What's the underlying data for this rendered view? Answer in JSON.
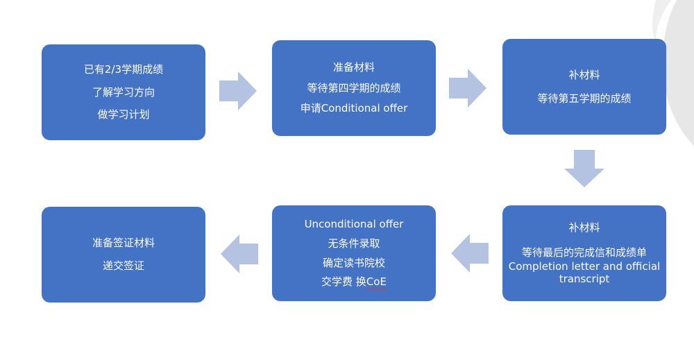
{
  "colors": {
    "box_fill": "#4472C4",
    "arrow_fill": "#B4C3E1",
    "text": "#FFFFFF",
    "corner_decoration": "#E7E7E7",
    "spell_underline": "#D23A3A"
  },
  "flow": {
    "step1": {
      "lines": [
        "已有2/3学期成绩",
        "了解学习方向",
        "做学习计划"
      ]
    },
    "step2": {
      "lines": [
        "准备材料",
        "等待第四学期的成绩",
        "申请Conditional offer"
      ]
    },
    "step3": {
      "lines": [
        "补材料",
        "等待第五学期的成绩"
      ]
    },
    "step4": {
      "lines": [
        "补材料",
        "等待最后的完成信和成绩单",
        "Completion letter and official transcript"
      ]
    },
    "step5": {
      "lines": [
        "Unconditional offer",
        "无条件录取",
        "确定读书院校",
        "交学费 换CoE"
      ]
    },
    "step6": {
      "lines": [
        "准备签证材料",
        "递交签证"
      ]
    }
  },
  "arrows": [
    {
      "from": "step1",
      "to": "step2",
      "direction": "right"
    },
    {
      "from": "step2",
      "to": "step3",
      "direction": "right"
    },
    {
      "from": "step3",
      "to": "step4",
      "direction": "down"
    },
    {
      "from": "step4",
      "to": "step5",
      "direction": "left"
    },
    {
      "from": "step5",
      "to": "step6",
      "direction": "left"
    }
  ]
}
